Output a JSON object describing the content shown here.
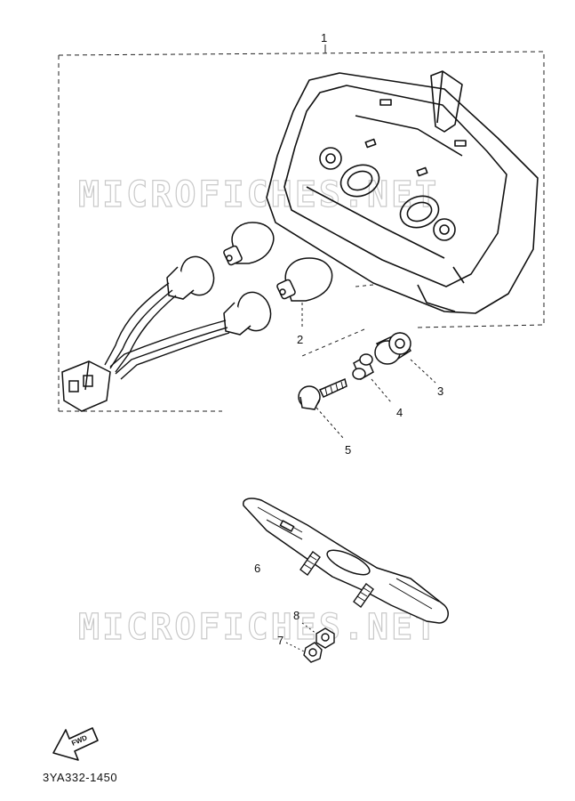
{
  "diagram": {
    "code": "3YA332-1450",
    "watermark": "MICROFICHES.NET",
    "fwd_label": "FWD",
    "callouts": {
      "c1": "1",
      "c2": "2",
      "c3": "3",
      "c4": "4",
      "c5": "5",
      "c6": "6",
      "c7": "7",
      "c8": "8"
    }
  }
}
